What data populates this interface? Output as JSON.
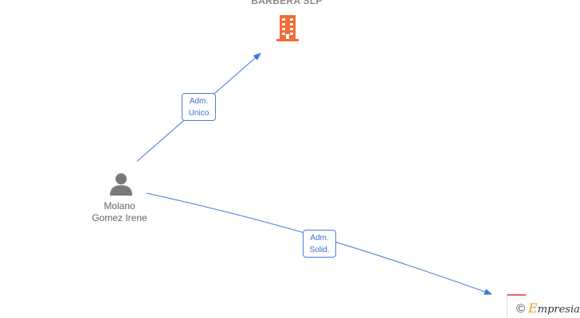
{
  "company": {
    "name": "BARBERA  SLP",
    "icon": "building-icon",
    "color": "#f26b3a"
  },
  "person": {
    "name_line1": "Molano",
    "name_line2": "Gomez Irene",
    "icon": "person-icon",
    "color": "#7a7a7a"
  },
  "relations": [
    {
      "line1": "Adm.",
      "line2": "Unico"
    },
    {
      "line1": "Adm.",
      "line2": "Solid."
    }
  ],
  "edge_color": "#3a78d8",
  "watermark": {
    "symbol": "©",
    "brand_initial": "E",
    "brand_rest": "mpresia"
  }
}
